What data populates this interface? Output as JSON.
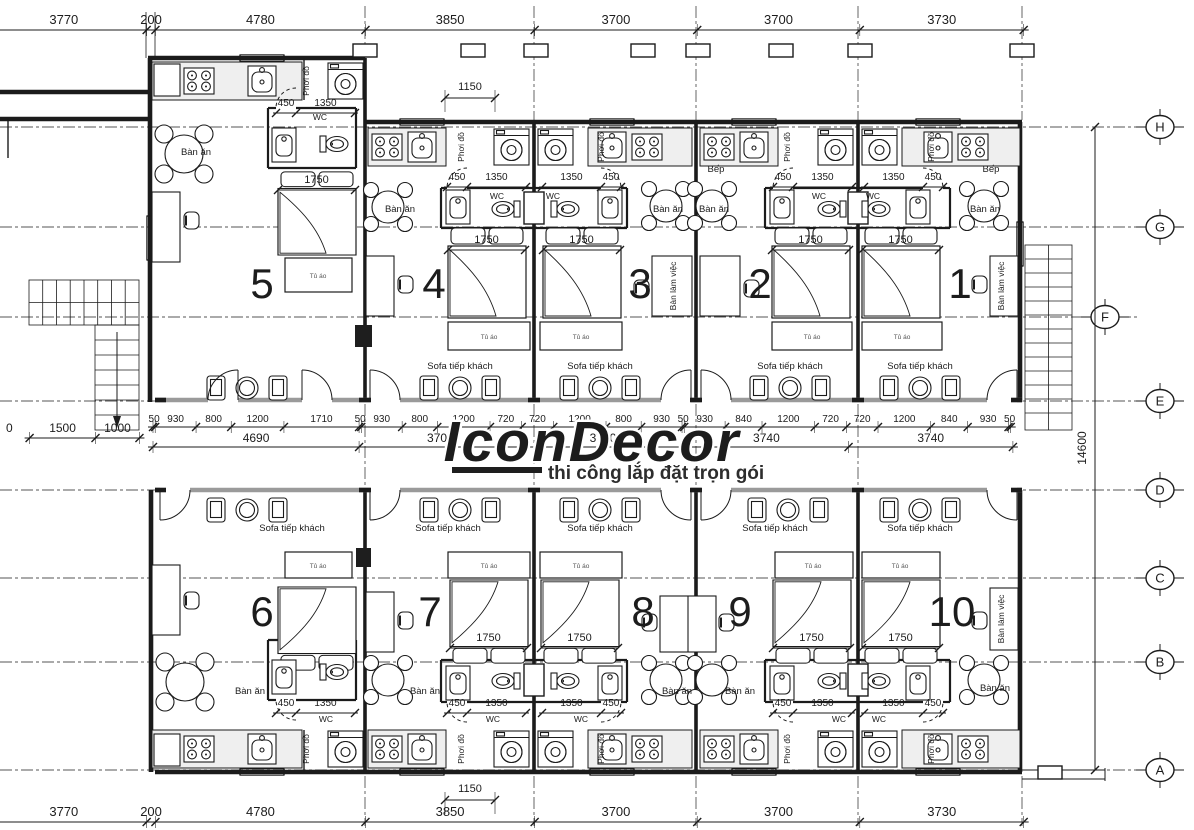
{
  "watermark": {
    "brand": "IconDecor",
    "tagline": "thi công lắp đặt trọn gói",
    "brand_color": "#F0A30A"
  },
  "grid": {
    "row_labels": [
      "H",
      "G",
      "F",
      "E",
      "D",
      "C",
      "B",
      "A"
    ],
    "total_height_dim": "14600"
  },
  "dims": {
    "top_chain": [
      "3770",
      "200",
      "4780",
      "3850",
      "3700",
      "3700",
      "3730"
    ],
    "bottom_chain": [
      "3770",
      "200",
      "4780",
      "3850",
      "3700",
      "3700",
      "3730"
    ],
    "mid_upper_chain": [
      "50",
      "930",
      "800",
      "1200",
      "1710",
      "50",
      "930",
      "800",
      "1200",
      "720",
      "720",
      "1200",
      "800",
      "930",
      "50",
      "930",
      "840",
      "1200",
      "720",
      "720",
      "1200",
      "840",
      "930",
      "50"
    ],
    "mid_lower_chain": [
      "4690",
      "3700",
      "3700",
      "3740",
      "3740"
    ],
    "left_chain": [
      "1500",
      "1000"
    ],
    "left_chain_prefix": "0",
    "balcony_door": "1150",
    "wc_door": "450",
    "wc_width": "1350",
    "bed_width": "1750"
  },
  "rooms": {
    "dining": "Bàn ăn",
    "kitchen": "Bếp",
    "wc": "WC",
    "laundry": "Phơi đồ",
    "sofa": "Sofa tiếp khách",
    "desk": "Bàn làm việc",
    "wardrobe": "Tủ áo"
  },
  "units": [
    "1",
    "2",
    "3",
    "4",
    "5",
    "6",
    "7",
    "8",
    "9",
    "10"
  ]
}
